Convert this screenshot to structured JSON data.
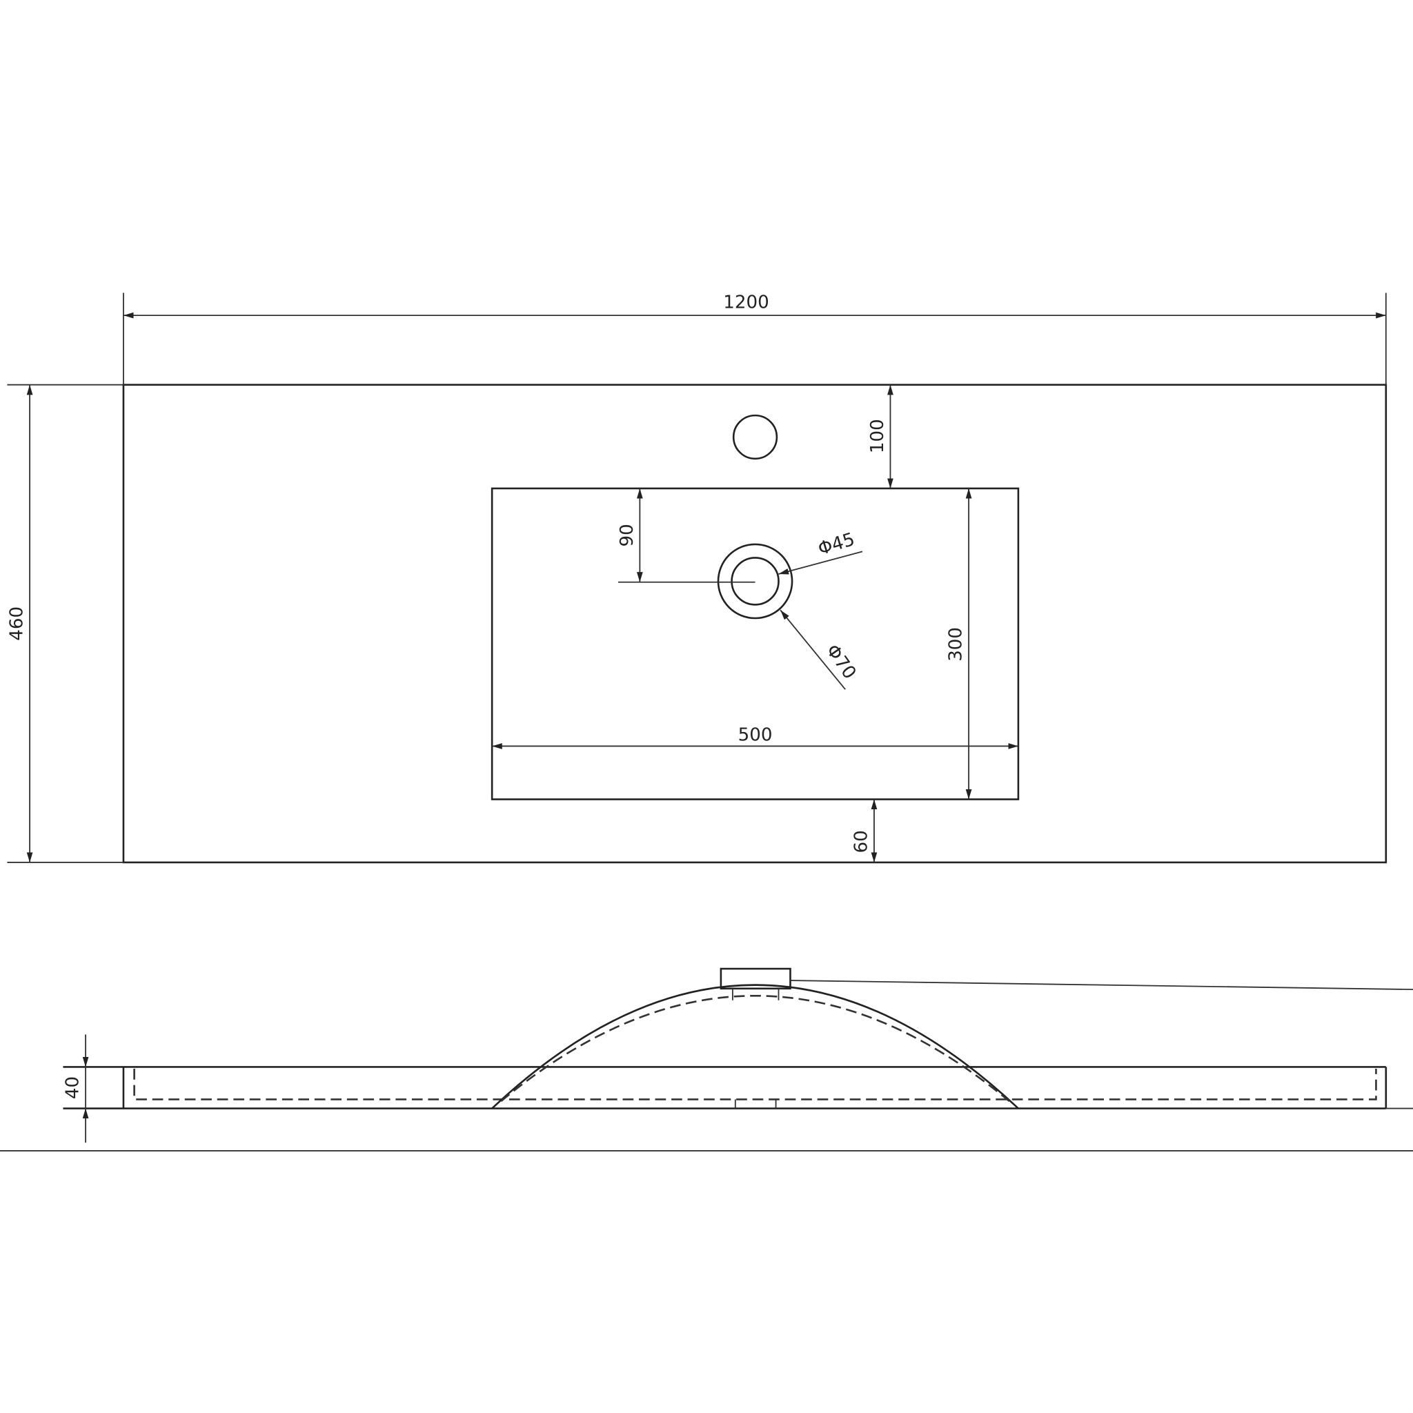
{
  "drawing": {
    "dimensions": {
      "overall_width": "1200",
      "overall_depth": "460",
      "tap_to_basin": "100",
      "basin_front_margin": "60",
      "drain_offset": "90",
      "basin_depth": "300",
      "basin_width": "500",
      "drain_inner_diameter": "Φ45",
      "drain_outer_diameter": "Φ70",
      "thickness": "40"
    },
    "line_color": "#222222",
    "background": "#ffffff"
  }
}
